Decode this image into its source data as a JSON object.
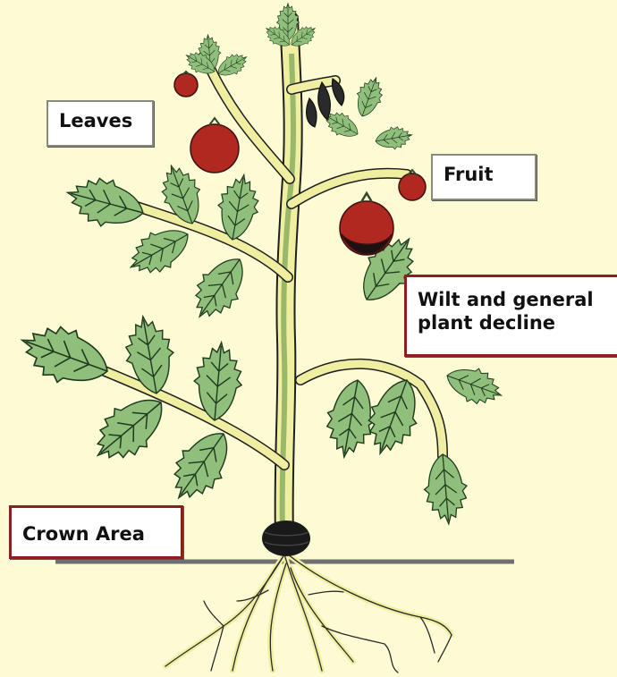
{
  "labels": {
    "leaves": "Leaves",
    "fruit": "Fruit",
    "wilt": "Wilt and general\nplant decline",
    "crown": "Crown Area"
  },
  "colors": {
    "background": "#fdfbd4",
    "leaf": "#8fbf7a",
    "leaf_outline": "#1f3a1f",
    "stem": "#f0eea0",
    "fruit": "#b0281f",
    "rot": "#1a1212",
    "label_border_red": "#8c1f1f"
  }
}
